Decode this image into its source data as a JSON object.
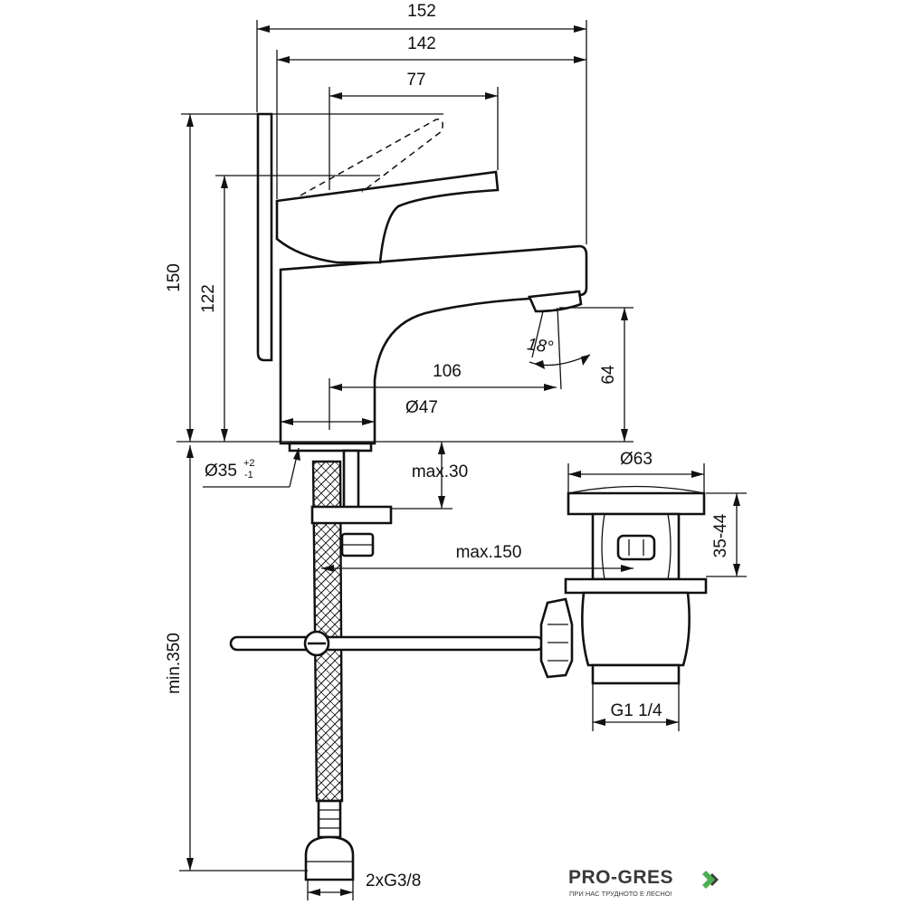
{
  "dimensions": {
    "total_width": "152",
    "body_width": "142",
    "handle_reach": "77",
    "height_total": "150",
    "height_handle": "122",
    "spout_reach": "106",
    "body_diameter": "Ø47",
    "hole_diameter": "Ø35",
    "hole_tol_plus": "+2",
    "hole_tol_minus": "-1",
    "spout_angle": "18°",
    "spout_height": "64",
    "max_thickness": "max.30",
    "flange_diameter": "Ø63",
    "waste_range": "35-44",
    "rod_length": "max.150",
    "waste_thread": "G1 1/4",
    "min_hose": "min.350",
    "hose_thread": "2xG3/8"
  },
  "logo": {
    "name": "PRO-GRES",
    "tagline": "ПРИ НАС ТРУДНОТО Е ЛЕСНО!",
    "accent": "#4caf50"
  }
}
